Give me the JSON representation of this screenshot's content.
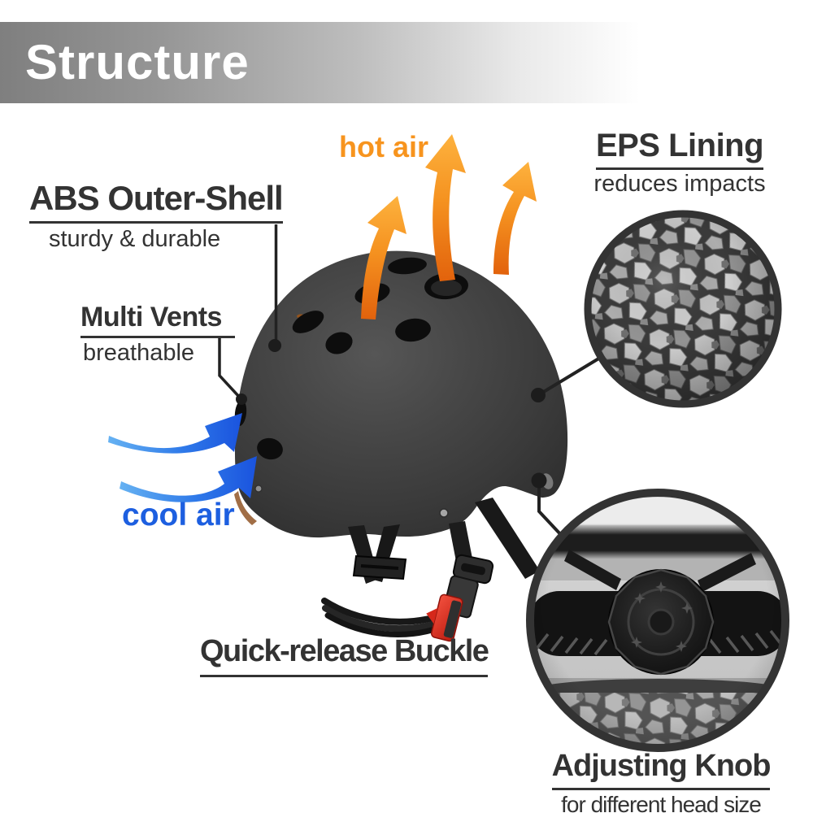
{
  "banner": {
    "title": "Structure"
  },
  "annotations": {
    "hot_air": {
      "label": "hot air"
    },
    "cool_air": {
      "label": "cool air"
    },
    "eps": {
      "title": "EPS Lining",
      "subtitle": "reduces impacts"
    },
    "abs": {
      "title": "ABS Outer-Shell",
      "subtitle": "sturdy & durable"
    },
    "multi_vents": {
      "title": "Multi Vents",
      "subtitle": "breathable"
    },
    "buckle": {
      "title": "Quick-release Buckle"
    },
    "knob": {
      "title": "Adjusting Knob",
      "subtitle": "for different head size"
    }
  },
  "colors": {
    "hot_air": "#f7941e",
    "cool_air": "#1d5fe0",
    "label_text": "#333333",
    "banner_text": "#ffffff",
    "buckle_red": "#d32a1c",
    "helmet_shell": "#3d3d3d",
    "leader_line": "#222222"
  }
}
